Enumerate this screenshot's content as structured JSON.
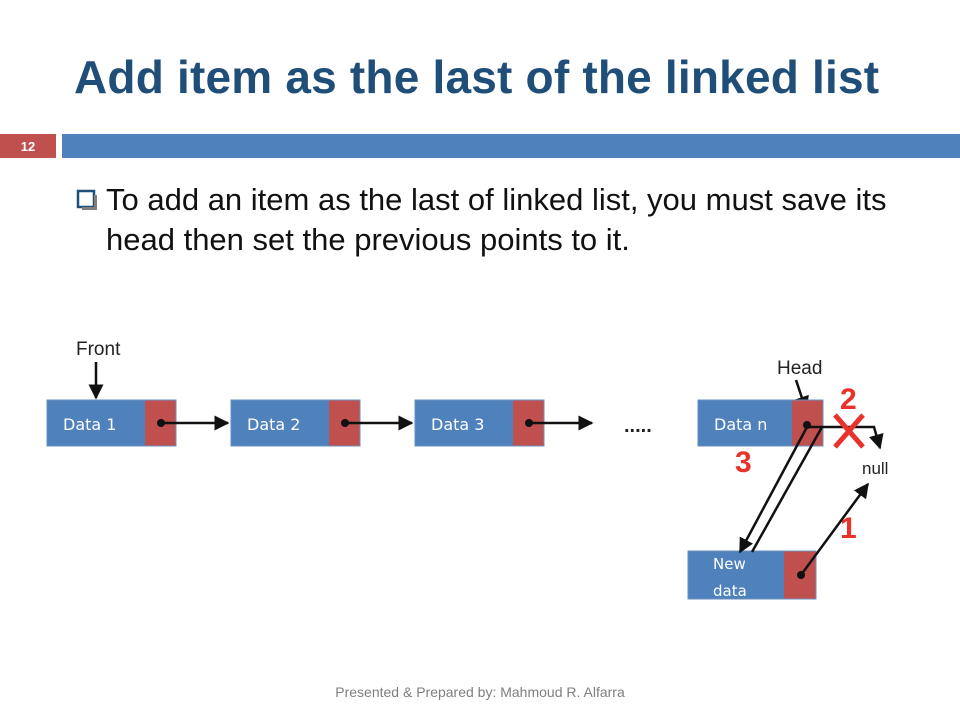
{
  "slide": {
    "title": "Add item as the last of the linked list",
    "number": "12",
    "bullet": "To add an item as the last of linked list, you must save its head then set the previous points to it.",
    "footer": "Presented & Prepared by: Mahmoud R. Alfarra",
    "bullet_icon": "hollow-square-icon"
  },
  "diagram": {
    "nodes": [
      "Data 1",
      "Data 2",
      "Data 3",
      "Data n"
    ],
    "ellipsis": ".....",
    "new_node_line1": "New",
    "new_node_line2": "data",
    "front_label": "Front",
    "head_label": "Head",
    "null_label": "null",
    "step_1": "1",
    "step_2": "2",
    "step_3": "3",
    "removed_link_icon": "cross-icon"
  },
  "colors": {
    "title": "#1f4e79",
    "node_fill": "#4f81bd",
    "pointer_fill": "#c0504d",
    "accent_red": "#e8322b"
  }
}
